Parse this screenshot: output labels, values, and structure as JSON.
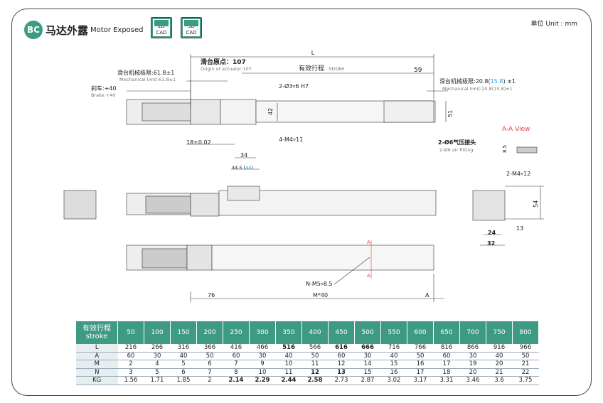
{
  "header": {
    "badge": "BC",
    "title_cn": "马达外露",
    "title_en": "Motor Exposed",
    "cad2d": "2D",
    "cad3d": "3D",
    "cad_label": "CAD",
    "unit": "单位 Unit : mm"
  },
  "dims": {
    "L": "L",
    "origin_cn": "滑台原点：107",
    "origin_en": "Origin of actuator:107",
    "stroke_cn": "有效行程",
    "stroke_en": "Stroke",
    "d59": "59",
    "mech_l_cn": "滑台机械极限:61.8±1",
    "mech_l_en": "Mechanical limit:61.8±1",
    "brake_cn": "刹车:+40",
    "brake_en": "Brake:+40",
    "mech_r_cn": "滑台机械极限:20.8(",
    "mech_r_blue": "15.8",
    "mech_r_tail": ") ±1",
    "mech_r_en": "Mechanical limit:20.8(15.8)±1",
    "hole1": "2-Ø3▿6 H7",
    "d42": "42",
    "d51": "51",
    "m4": "4-M4▿11",
    "air_cn": "2-Ø6气压接头",
    "air_en": "2-Ø6 air fitting",
    "d18": "18±0.02",
    "d34": "34",
    "d445": "44.5 (",
    "d44b": "44",
    ")": ")",
    "aa": "A-A View",
    "d85": "8.5",
    "m4b": "2-M4▿12",
    "d54": "54",
    "d24": "24",
    "d13": "13",
    "d32": "32",
    "nm5": "N-M5▿8.5",
    "d76": "76",
    "m40": "M*40",
    "A": "A",
    "A1": "A",
    "A2": "A"
  },
  "table": {
    "headers": [
      "有效行程",
      "stroke",
      "50",
      "100",
      "150",
      "200",
      "250",
      "300",
      "350",
      "400",
      "450",
      "500",
      "550",
      "600",
      "650",
      "700",
      "750",
      "800"
    ],
    "rows": [
      {
        "label": "L",
        "values": [
          "216",
          "266",
          "316",
          "366",
          "416",
          "466",
          "516",
          "566",
          "616",
          "666",
          "716",
          "766",
          "816",
          "866",
          "916",
          "966"
        ]
      },
      {
        "label": "A",
        "values": [
          "60",
          "30",
          "40",
          "50",
          "60",
          "30",
          "40",
          "50",
          "60",
          "30",
          "40",
          "50",
          "60",
          "30",
          "40",
          "50"
        ]
      },
      {
        "label": "M",
        "values": [
          "2",
          "4",
          "5",
          "6",
          "7",
          "9",
          "10",
          "11",
          "12",
          "14",
          "15",
          "16",
          "17",
          "19",
          "20",
          "21"
        ]
      },
      {
        "label": "N",
        "values": [
          "3",
          "5",
          "6",
          "7",
          "8",
          "10",
          "11",
          "12",
          "13",
          "15",
          "16",
          "17",
          "18",
          "20",
          "21",
          "22"
        ]
      },
      {
        "label": "KG",
        "values": [
          "1.56",
          "1.71",
          "1.85",
          "2",
          "2.14",
          "2.29",
          "2.44",
          "2.58",
          "2.73",
          "2.87",
          "3.02",
          "3.17",
          "3.31",
          "3.46",
          "3.6",
          "3.75"
        ]
      }
    ]
  },
  "colors": {
    "accent": "#3f9a84",
    "blue": "#2a9fd6",
    "red": "#d6443c"
  }
}
